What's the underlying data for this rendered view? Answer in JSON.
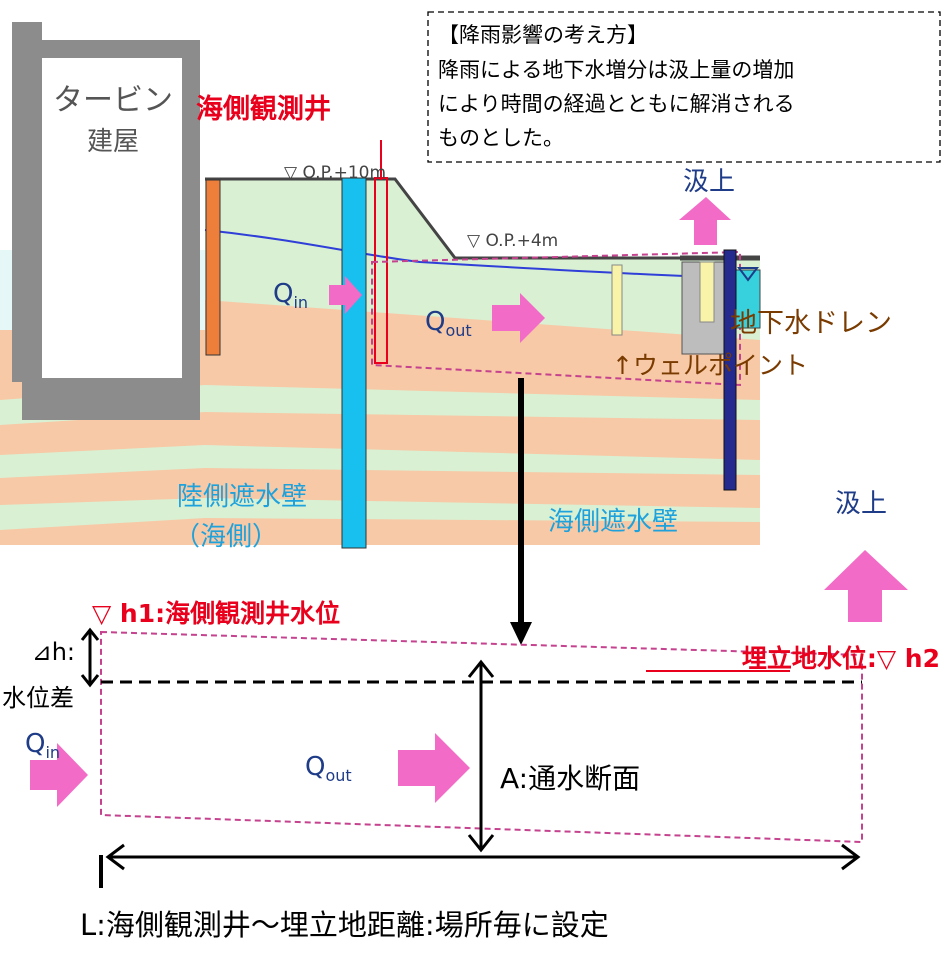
{
  "colors": {
    "red_label": "#e8001c",
    "blue_label": "#1fa2dc",
    "navy_label": "#1f3c88",
    "brown_label": "#7a3b00",
    "arrow_pink": "#f26bc6",
    "dashed_pink": "#c5428e"
  },
  "building": {
    "line1": "タービン",
    "line2": "建屋"
  },
  "well_title": "海側観測井",
  "levels": {
    "op10": "▽ O.P.+10m",
    "op4": "▽ O.P.+4m"
  },
  "note": {
    "title": "【降雨影響の考え方】",
    "line1": "降雨による地下水増分は汲上量の増加",
    "line2": "により時間の経過とともに解消される",
    "line3": "ものとした。"
  },
  "pumping_top": "汲上",
  "pumping_right": "汲上",
  "drain": "地下水ドレン",
  "wellpoint": "↑ウェルポイント",
  "q_in": {
    "main": "Q",
    "sub": "in"
  },
  "q_out": {
    "main": "Q",
    "sub": "out"
  },
  "landside_wall": {
    "line1": "陸側遮水壁",
    "line2": "（海側）"
  },
  "seaside_wall": "海側遮水壁",
  "h1_label": "▽ h1:海側観測井水位",
  "h2_label": "埋立地水位:▽ h2",
  "dh_line1": "⊿h:",
  "dh_line2": "水位差",
  "area_label": "A:通水断面",
  "distance_label": "L:海側観測井～埋立地距離:場所毎に設定"
}
